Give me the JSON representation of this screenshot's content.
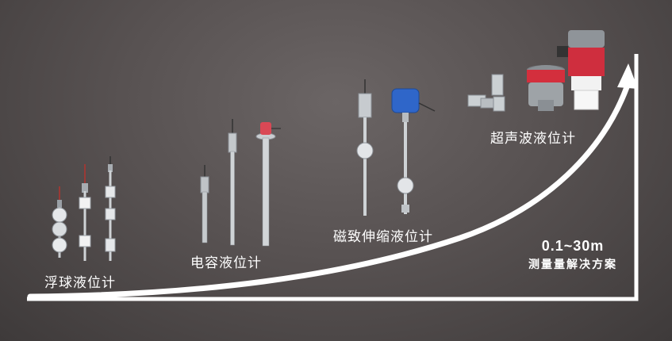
{
  "categories": [
    {
      "label": "浮球液位计"
    },
    {
      "label": "电容液位计"
    },
    {
      "label": "磁致伸缩液位计"
    },
    {
      "label": "超声波液位计"
    }
  ],
  "range": {
    "value": "0.1~30m",
    "caption": "测量量解决方案"
  }
}
